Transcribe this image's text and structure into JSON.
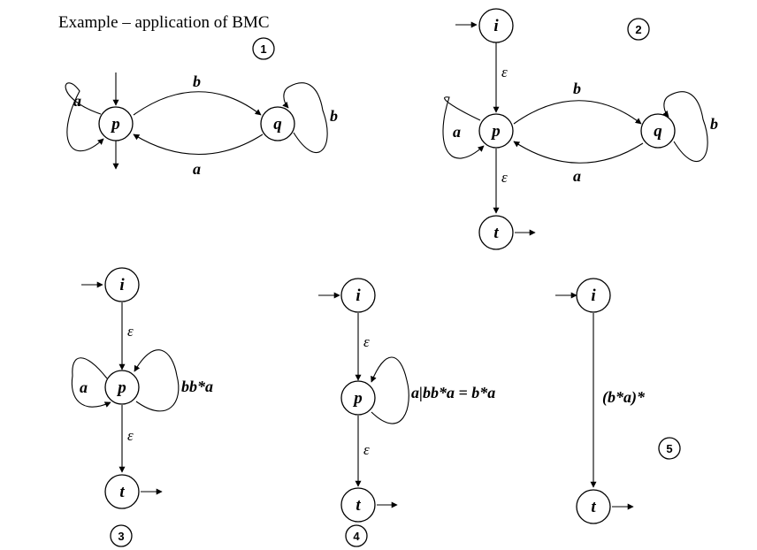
{
  "title": "Example – application of BMC",
  "step_numbers": [
    "1",
    "2",
    "3",
    "4",
    "5"
  ],
  "states": {
    "p": "p",
    "q": "q",
    "i": "i",
    "t": "t"
  },
  "labels": {
    "a": "a",
    "b": "b",
    "epsilon": "ε",
    "bb_star_a": "bb*a",
    "union_result": "a|bb*a = b*a",
    "final": "(b*a)*"
  }
}
